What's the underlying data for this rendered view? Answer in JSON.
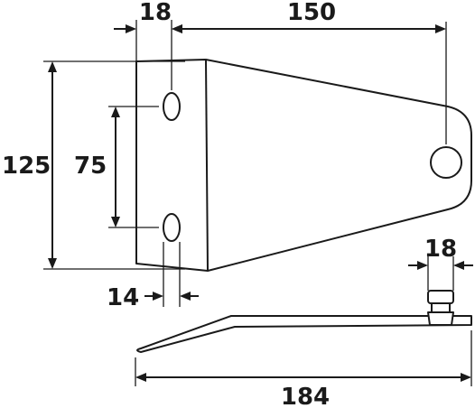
{
  "dimensions": {
    "top_left_width": "18",
    "top_length": "150",
    "overall_height": "125",
    "hole_spacing": "75",
    "bottom_offset": "14",
    "side_view_width": "18",
    "overall_length": "184"
  },
  "colors": {
    "line": "#1a1a1a",
    "background": "#ffffff"
  }
}
